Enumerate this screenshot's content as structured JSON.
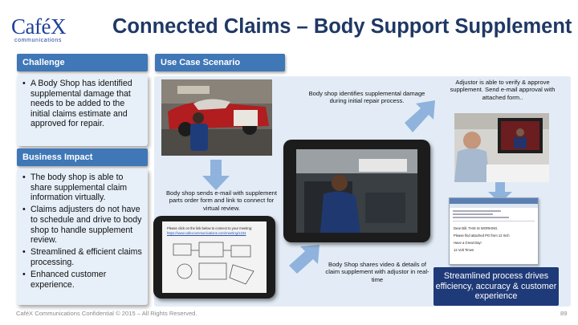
{
  "logo": {
    "word": "CaféX",
    "sub": "communications"
  },
  "title": "Connected Claims – Body Support Supplement",
  "challenge": {
    "header": "Challenge",
    "bullets": [
      "A Body Shop has identified supplemental damage that needs to be added to the initial claims estimate and approved for repair."
    ]
  },
  "business_impact": {
    "header": "Business Impact",
    "bullets": [
      "The body shop is able to share supplemental claim information virtually.",
      "Claims adjusters do not have to schedule and drive to body shop to handle supplement review.",
      "Streamlined & efficient claims processing.",
      "Enhanced customer experience."
    ]
  },
  "use_case": {
    "header": "Use Case Scenario",
    "captions": {
      "identifies": "Body shop identifies supplemental damage during initial repair process.",
      "sends": "Body shop sends e-mail with supplement parts order form and link to connect for virtual review.",
      "shares": "Body Shop shares  video & details of claim supplement  with adjustor in real-time",
      "verify": "Adjustor is able to verify & approve supplement. Send e-mail approval with attached form.."
    },
    "email_shot": {
      "lines": [
        "Please click on the link below to connect to your meeting:",
        "https://www.cafexcommunications.com/meeting/1234"
      ]
    },
    "approval_shot": {
      "lines": [
        "Dear Bill, THIS IS WORKING.",
        "Please find attached PO from 12 Inch",
        "Have a Great Day!",
        "12 Volt Times"
      ]
    },
    "callout": "Streamlined process drives efficiency, accuracy & customer experience"
  },
  "footer": {
    "text": "CaféX Communications Confidential © 2015 – All Rights Reserved.",
    "page": "89"
  },
  "colors": {
    "header_blue": "#3f77b7",
    "title_navy": "#1f3864",
    "callout_navy": "#1f3a78",
    "panel": "#e7eff8",
    "arrow": "#8fb3dc"
  },
  "icons": [
    "arrow-icon"
  ]
}
